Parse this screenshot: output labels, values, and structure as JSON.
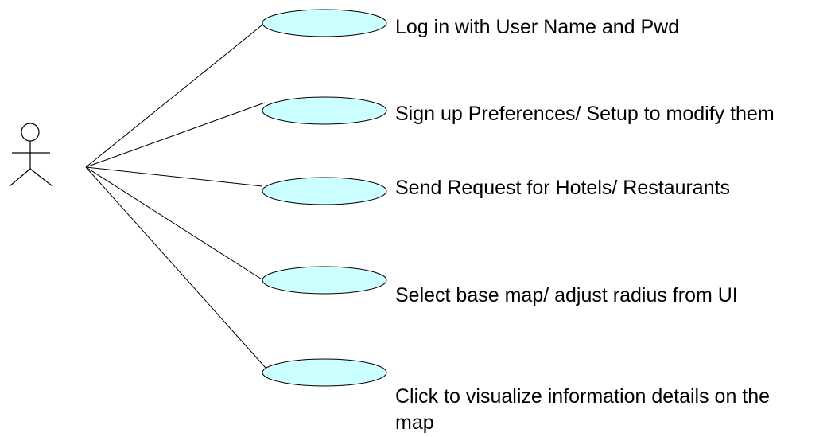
{
  "diagram": {
    "type": "use-case",
    "actor": {
      "name": "",
      "icon": "stick-figure-actor-icon"
    },
    "use_cases": [
      {
        "label": "Log in with User Name and Pwd"
      },
      {
        "label": "Sign up Preferences/ Setup to modify them"
      },
      {
        "label": "Send Request for Hotels/ Restaurants"
      },
      {
        "label": "Select base map/ adjust radius from UI"
      },
      {
        "label": "Click to visualize information details on the map"
      }
    ],
    "colors": {
      "ellipse_fill": "#ccffff",
      "stroke": "#000000",
      "text": "#000000",
      "background": "#ffffff"
    }
  }
}
